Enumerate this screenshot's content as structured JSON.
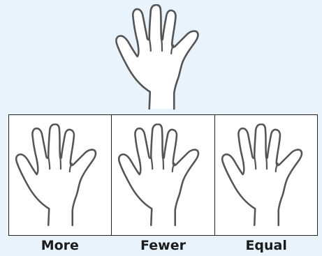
{
  "colors": {
    "background": "#e8f3fb",
    "hand_outline": "#555555",
    "hand_fill": "#ffffff",
    "frame": "#222222"
  },
  "icons": {
    "reference": "hand-icon",
    "option": "hand-icon"
  },
  "choices": [
    {
      "label": "More"
    },
    {
      "label": "Fewer"
    },
    {
      "label": "Equal"
    }
  ]
}
